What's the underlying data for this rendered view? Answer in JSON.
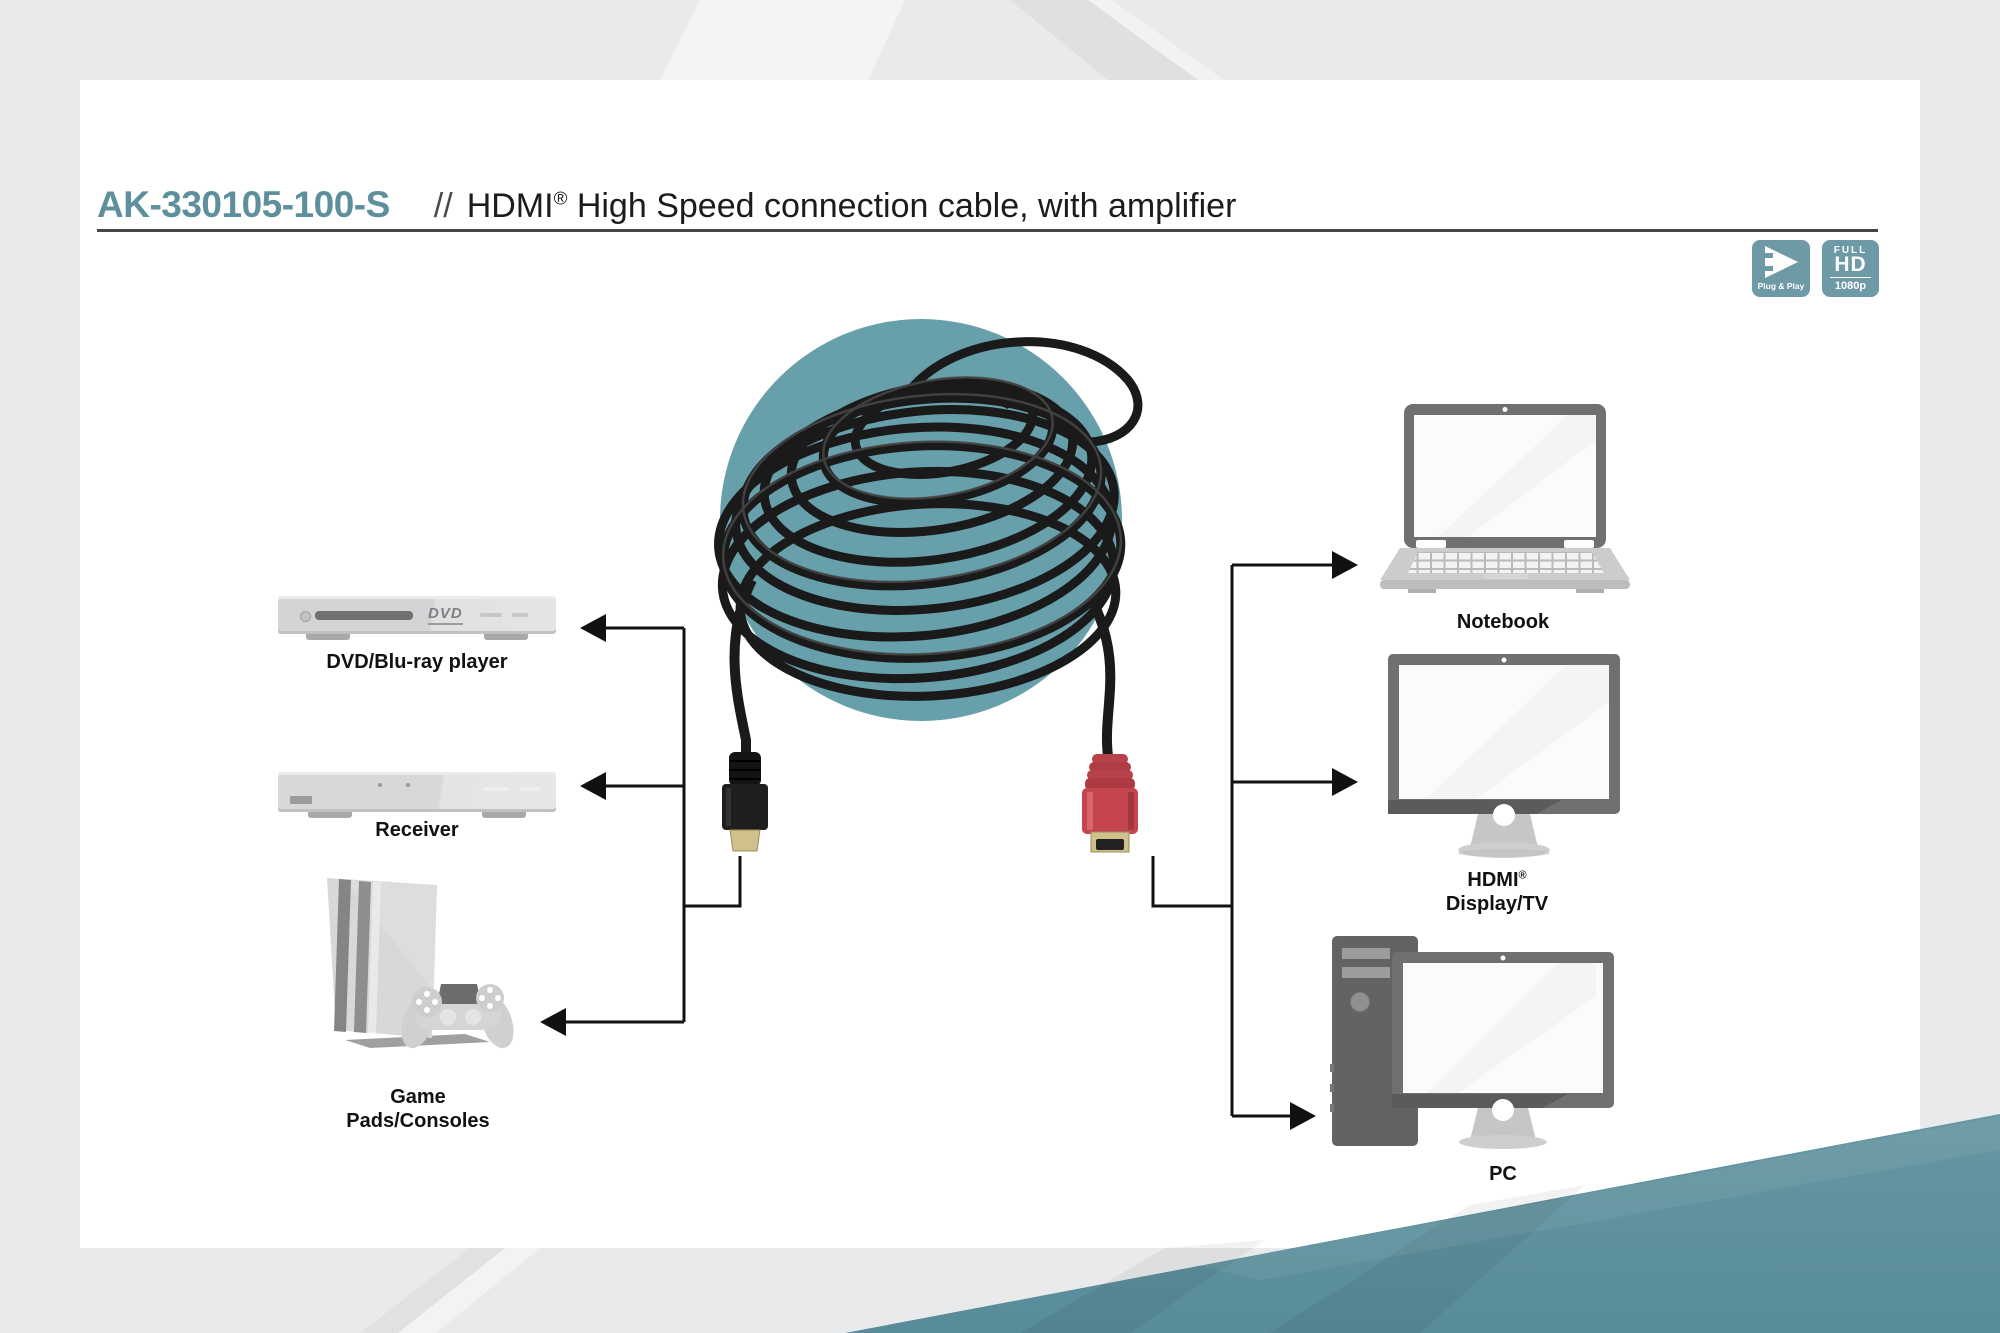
{
  "header": {
    "product_code": "AK-330105-100-S",
    "separator": "//",
    "title_brand": "HDMI",
    "title_reg": "®",
    "title_rest": " High Speed connection cable, with amplifier"
  },
  "badges": {
    "plug_play": {
      "label": "Plug & Play"
    },
    "full_hd": {
      "line1": "FULL",
      "line2": "HD",
      "line3": "1080p"
    }
  },
  "devices": {
    "dvd": {
      "label": "DVD/Blu-ray player",
      "logo": "DVD"
    },
    "receiver": {
      "label": "Receiver"
    },
    "console": {
      "label": "Game Pads/Consoles"
    },
    "notebook": {
      "label": "Notebook"
    },
    "display": {
      "brand": "HDMI",
      "reg": "®",
      "line2": "Display/TV"
    },
    "pc": {
      "label": "PC"
    }
  },
  "colors": {
    "accent": "#5d8f9c",
    "badge": "#6e9aa5",
    "circle": "#679fab",
    "band": "#5b8f9b",
    "connector_red": "#c4454e",
    "connector_gold": "#cfc08c",
    "line": "#111111"
  }
}
